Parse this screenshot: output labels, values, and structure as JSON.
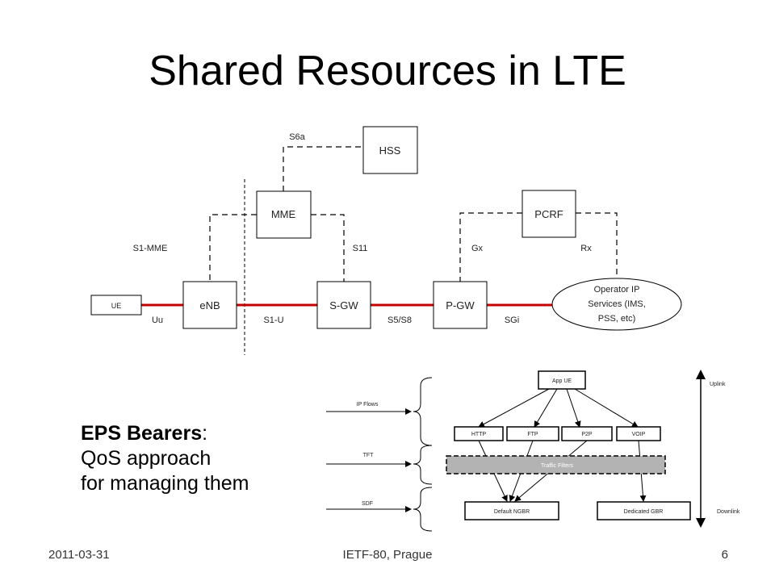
{
  "slide": {
    "title": "Shared Resources in LTE",
    "eps": {
      "heading": "EPS Bearers",
      "colon": ":",
      "line2": "QoS approach",
      "line3": "for managing them"
    },
    "footer": {
      "date": "2011-03-31",
      "event": "IETF-80, Prague",
      "page": "6"
    }
  },
  "lte_diagram": {
    "nodes": {
      "ue": "UE",
      "enb": "eNB",
      "sgw": "S-GW",
      "pgw": "P-GW",
      "mme": "MME",
      "hss": "HSS",
      "pcrf": "PCRF",
      "operator_line1": "Operator IP",
      "operator_line2": "Services (IMS,",
      "operator_line3": "PSS, etc)"
    },
    "interfaces": {
      "s6a": "S6a",
      "s1_mme": "S1-MME",
      "s11": "S11",
      "gx": "Gx",
      "rx": "Rx",
      "uu": "Uu",
      "s1_u": "S1-U",
      "s5_s8": "S5/S8",
      "sgi": "SGi"
    },
    "colors": {
      "bearer_line": "#c00000",
      "box_border": "#000000"
    }
  },
  "bearer_diagram": {
    "app_ue": "App UE",
    "apps": [
      "HTTP",
      "FTP",
      "P2P",
      "VOIP"
    ],
    "traffic_filters": "Traffic Filters",
    "default_bearer": "Default NGBR",
    "dedicated_bearer": "Dedicated GBR",
    "left_labels": {
      "ip_flows": "IP Flows",
      "tft": "TFT",
      "sdf": "SDF"
    },
    "uplink": "Uplink",
    "downlink": "Downlink",
    "colors": {
      "filter_fill": "#b3b3b3"
    }
  }
}
